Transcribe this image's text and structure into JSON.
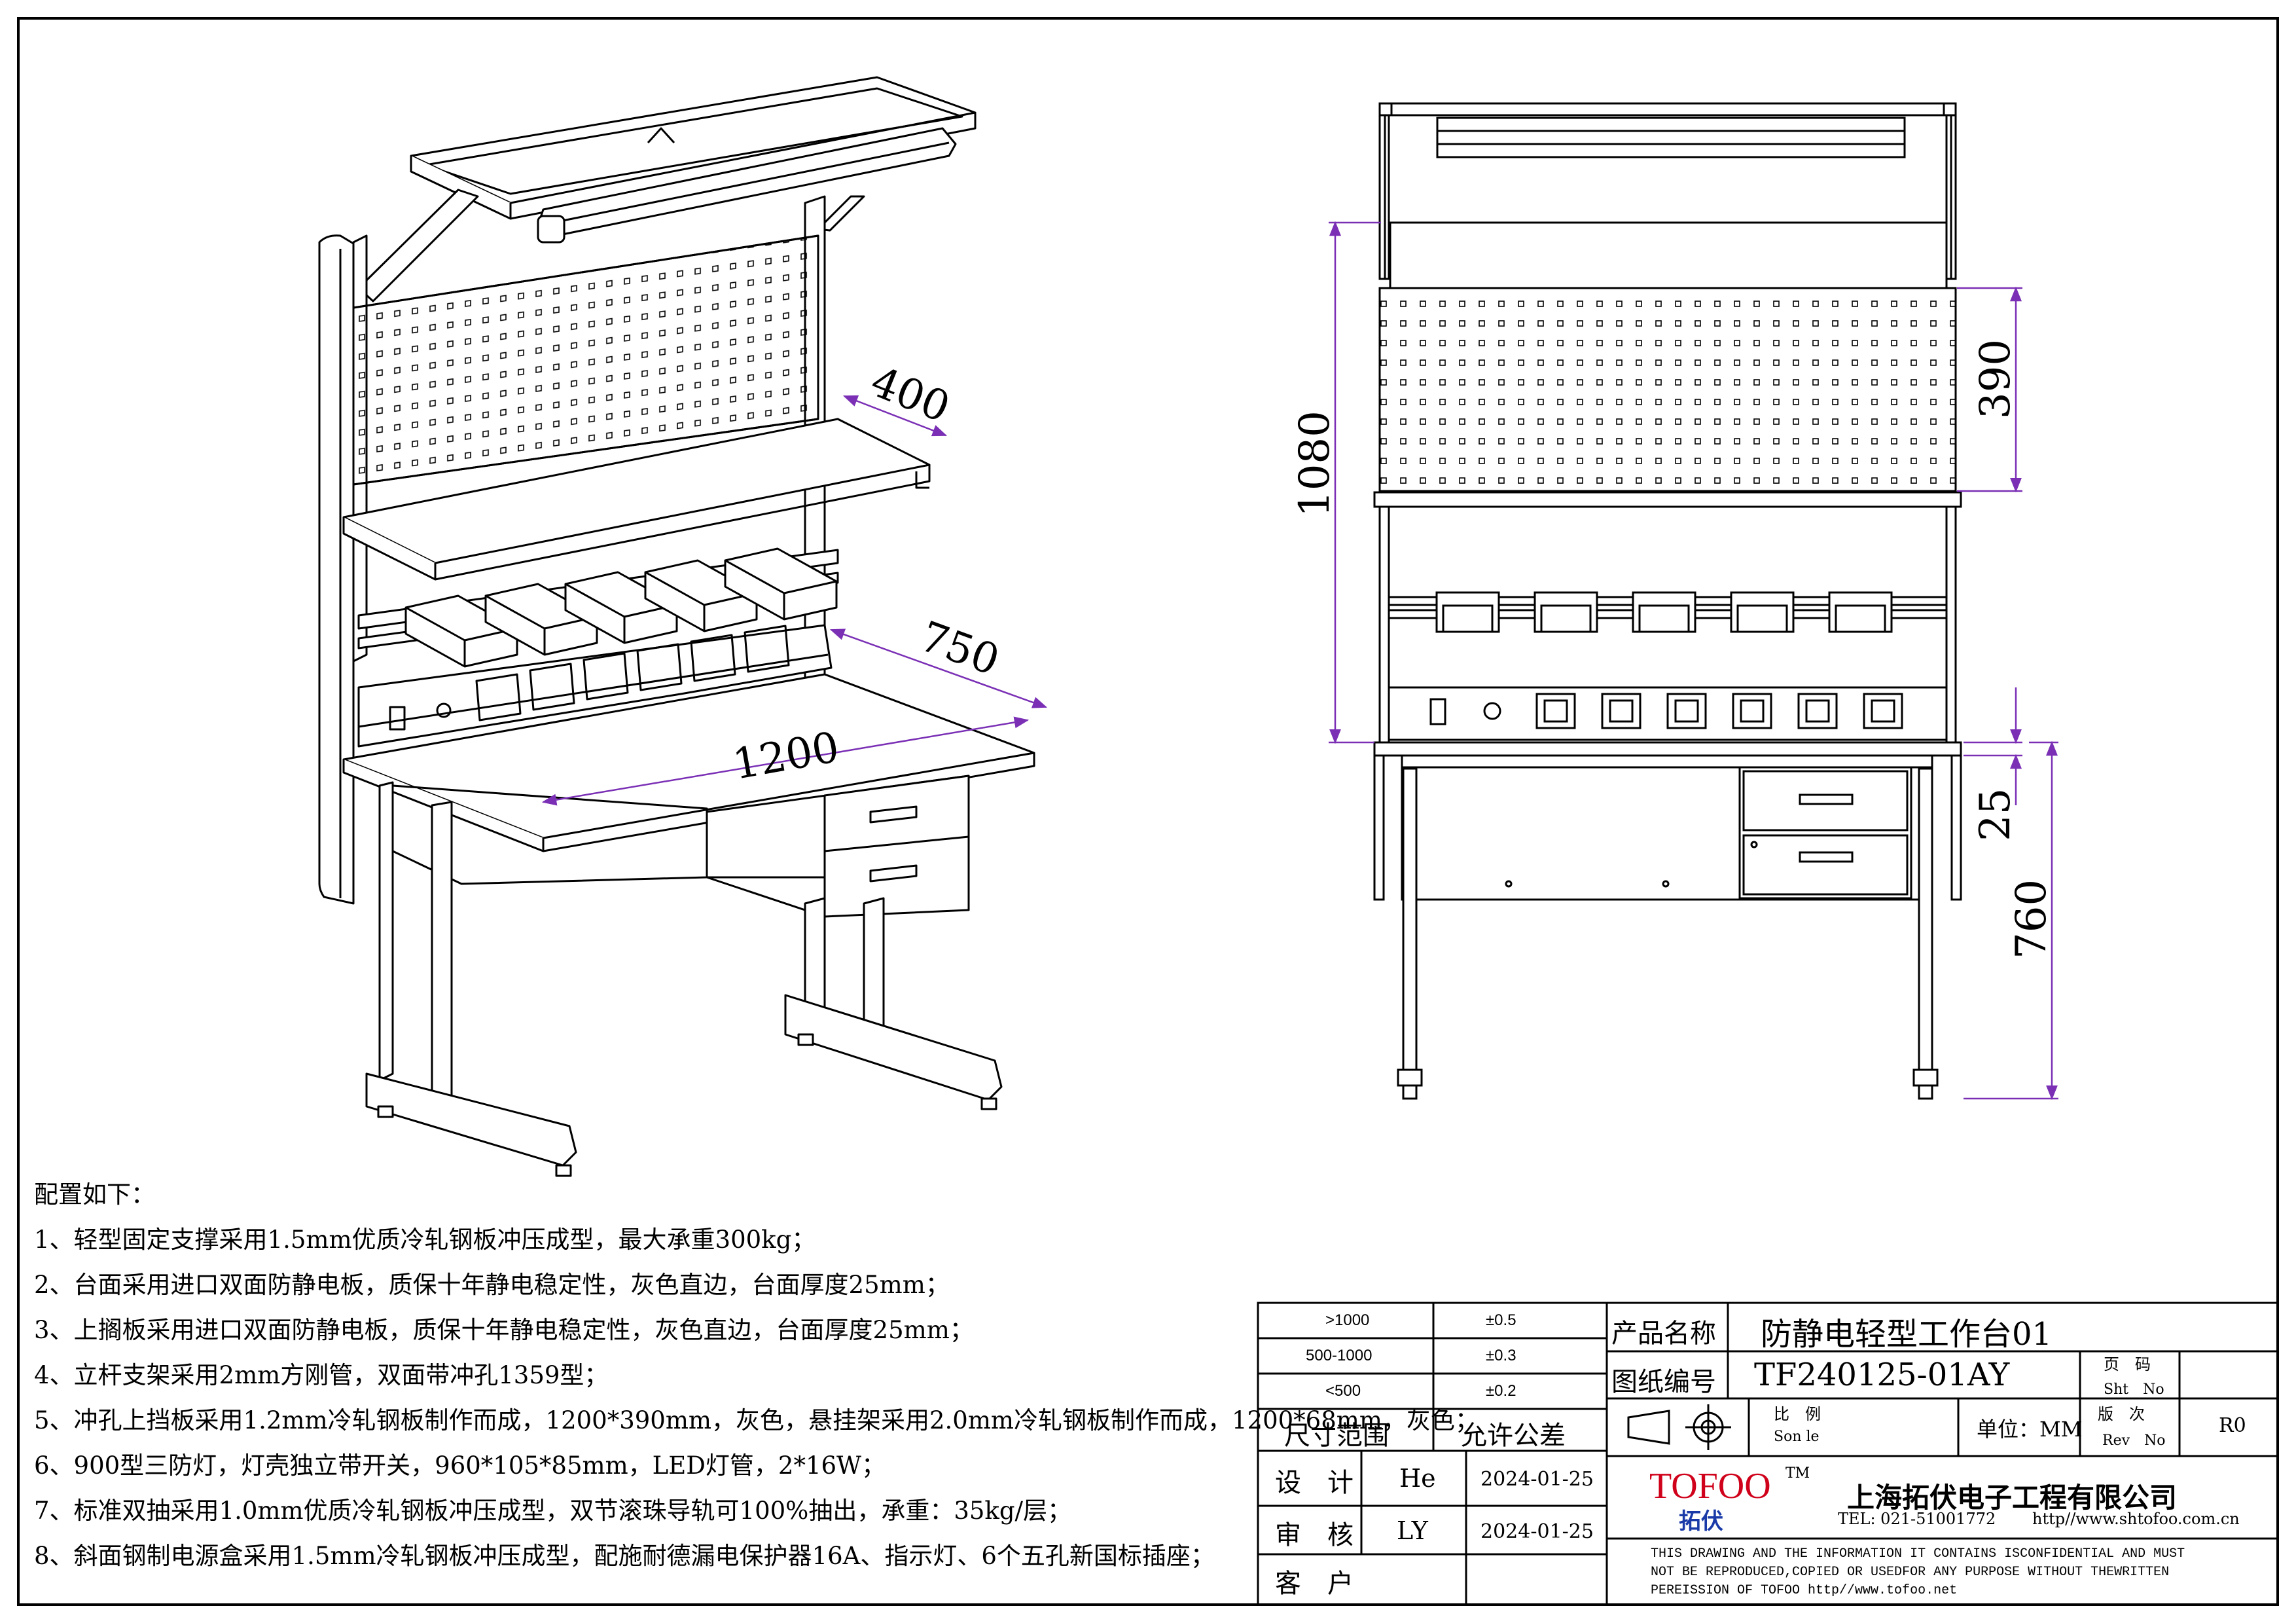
{
  "dimensions": {
    "shelf_depth": "400",
    "table_depth": "750",
    "table_width": "1200",
    "upper_height": "1080",
    "panel_height": "390",
    "top_thickness": "25",
    "table_height": "760"
  },
  "config_notes": [
    "配置如下：",
    "1、轻型固定支撑采用1.5mm优质冷轧钢板冲压成型，最大承重300kg；",
    "2、台面采用进口双面防静电板，质保十年静电稳定性，灰色直边，台面厚度25mm；",
    "3、上搁板采用进口双面防静电板，质保十年静电稳定性，灰色直边，台面厚度25mm；",
    "4、立杆支架采用2mm方刚管，双面带冲孔1359型；",
    "5、冲孔上挡板采用1.2mm冷轧钢板制作而成，1200*390mm，灰色，悬挂架采用2.0mm冷轧钢板制作而成，1200*68mm，灰色；",
    "6、900型三防灯，灯壳独立带开关，960*105*85mm，LED灯管，2*16W；",
    "7、标准双抽采用1.0mm优质冷轧钢板冲压成型，双节滚珠导轨可100%抽出，承重：35kg/层；",
    "8、斜面钢制电源盒采用1.5mm冷轧钢板冲压成型，配施耐德漏电保护器16A、指示灯、6个五孔新国标插座；"
  ],
  "title_block": {
    "tolerance_rows": [
      {
        "range": ">1000",
        "tol": "±0.5"
      },
      {
        "range": "500-1000",
        "tol": "±0.3"
      },
      {
        "range": "<500",
        "tol": "±0.2"
      }
    ],
    "range_header": "尺寸范围",
    "tol_header": "允许公差",
    "product_name_label": "产品名称",
    "product_name": "防静电轻型工作台01",
    "drawing_no_label": "图纸编号",
    "drawing_no": "TF240125-01AY",
    "sheet_no_label_cn": "页　码",
    "sheet_no_label_en": "Sht　No",
    "scale_label_cn": "比　例",
    "scale_label_en": "Son le",
    "unit_label": "单位：MM",
    "rev_label_cn": "版　次",
    "rev_label_en": "Rev　No",
    "rev_value": "R0",
    "design_label": "设　计",
    "designer": "He",
    "design_date": "2024-01-25",
    "review_label": "审　核",
    "reviewer": "LY",
    "review_date": "2024-01-25",
    "customer_label": "客　户",
    "logo_text": "TOFOO",
    "logo_sub": "拓伏",
    "trademark": "TM",
    "company": "上海拓伏电子工程有限公司",
    "tel": "TEL: 021-51001772",
    "url": "http//www.shtofoo.com.cn",
    "disclaimer": [
      "THIS DRAWING AND THE INFORMATION IT CONTAINS ISCONFIDENTIAL AND MUST",
      "NOT BE REPRODUCED,COPIED OR USEDFOR ANY PURPOSE WITHOUT THEWRITTEN",
      "PEREISSION OF TOFOO    http//www.tofoo.net"
    ]
  },
  "colors": {
    "line": "#000000",
    "dimension": "#7a2fb5",
    "logo_red": "#d0021b",
    "logo_blue": "#1a3aa8"
  }
}
